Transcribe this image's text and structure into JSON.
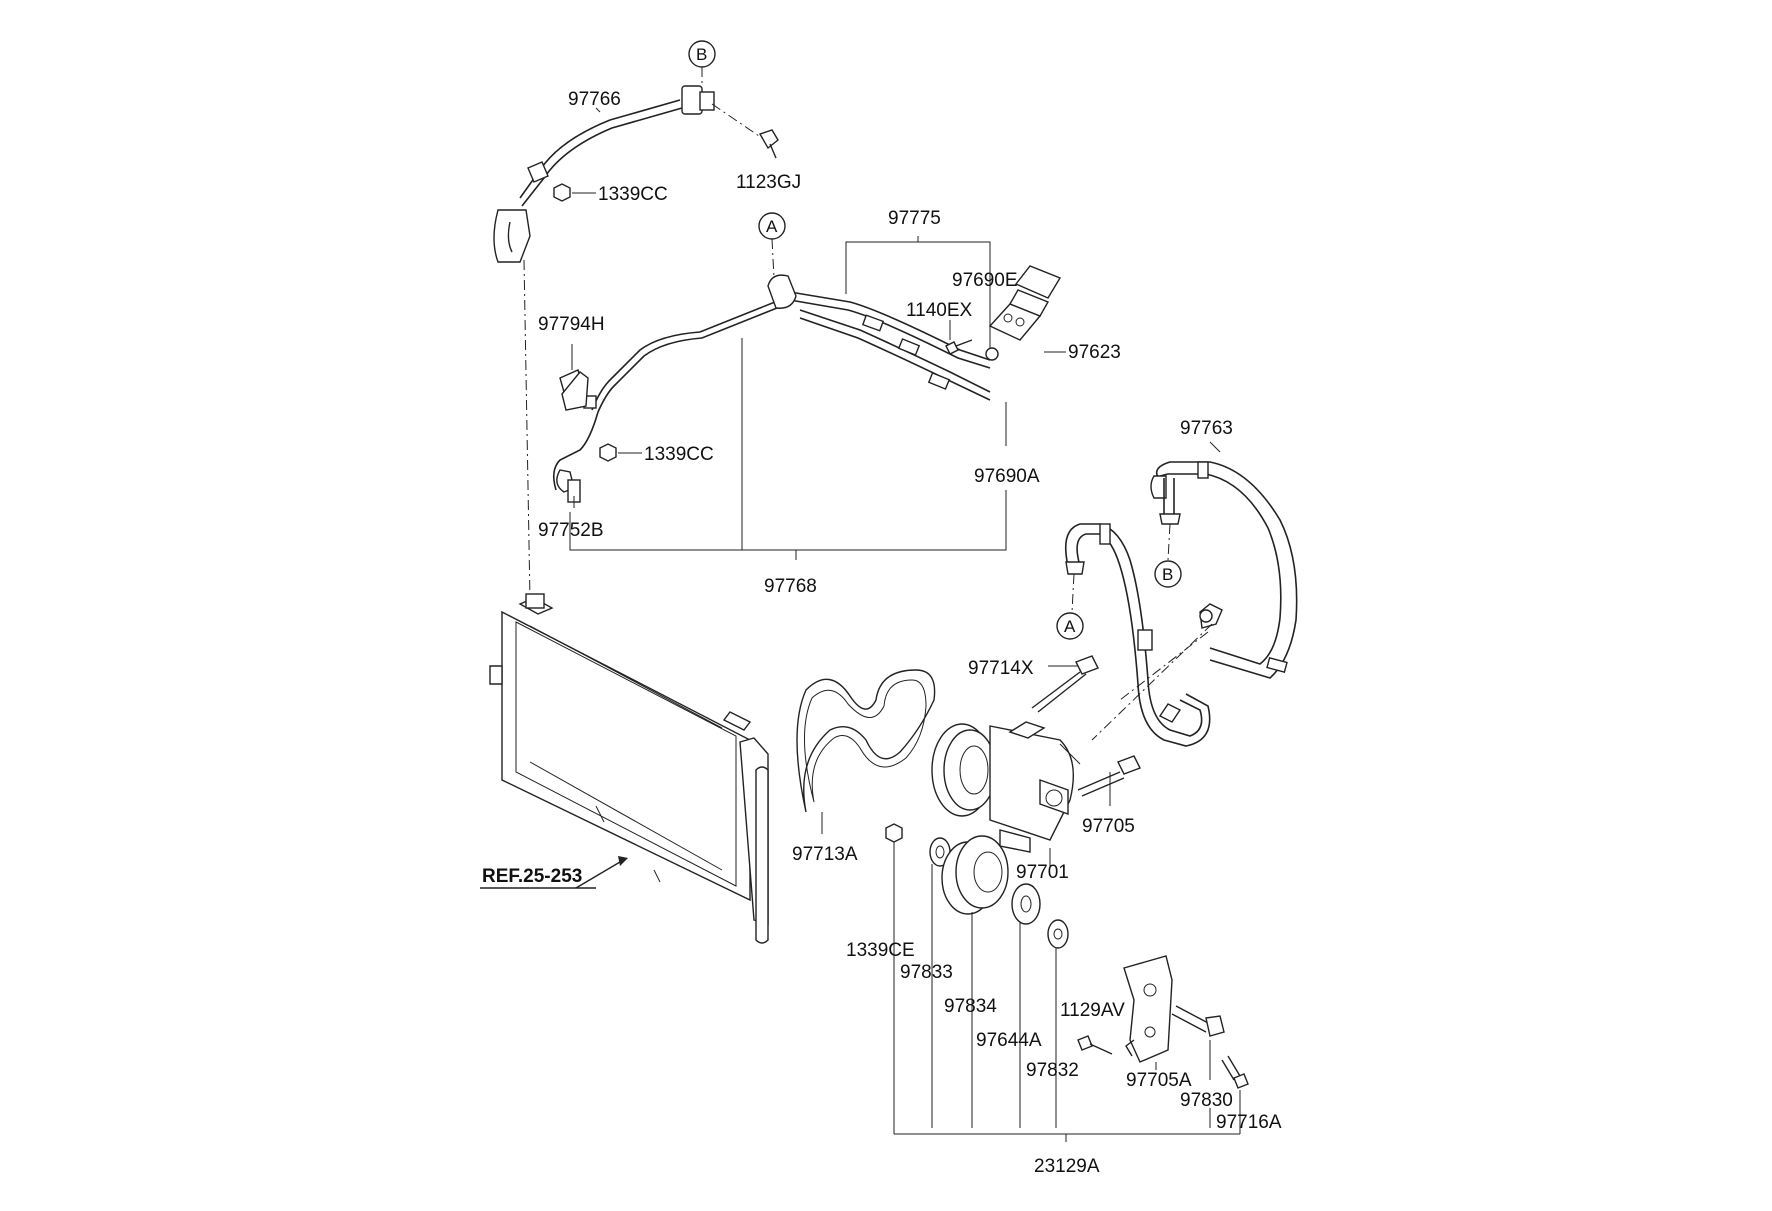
{
  "diagram": {
    "callouts": {
      "a": "A",
      "b": "B"
    },
    "labels": {
      "p97766": "97766",
      "p1123GJ": "1123GJ",
      "p1339CC_top": "1339CC",
      "p97775": "97775",
      "p97690E": "97690E",
      "p1140EX": "1140EX",
      "p97623": "97623",
      "p97794H": "97794H",
      "p1339CC_mid": "1339CC",
      "p97690A": "97690A",
      "p97752B": "97752B",
      "p97768": "97768",
      "p97763": "97763",
      "p97714X": "97714X",
      "p97705": "97705",
      "p97713A": "97713A",
      "p97701": "97701",
      "ref": "REF.25-253",
      "p1339CE": "1339CE",
      "p97833": "97833",
      "p97834": "97834",
      "p1129AV": "1129AV",
      "p97644A": "97644A",
      "p97832": "97832",
      "p97705A": "97705A",
      "p97830": "97830",
      "p97716A": "97716A",
      "p23129A": "23129A"
    }
  }
}
